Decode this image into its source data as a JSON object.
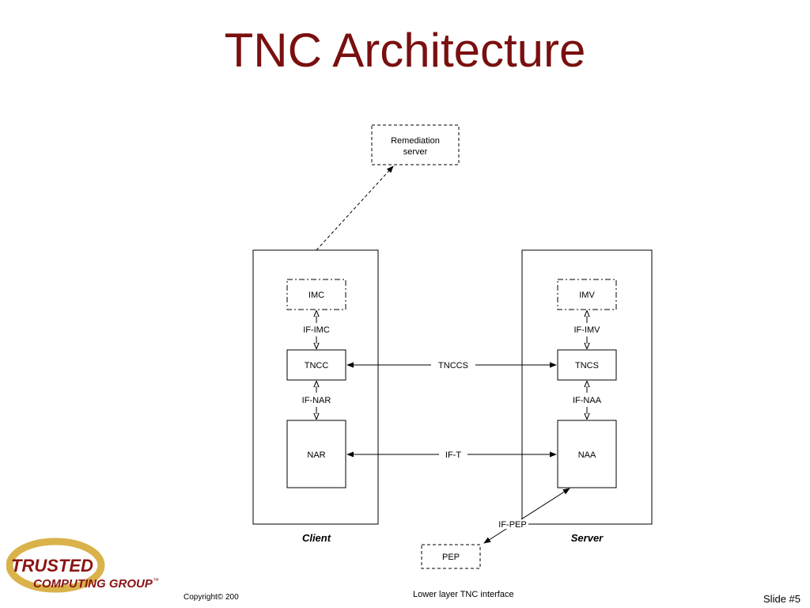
{
  "slide": {
    "title": "TNC Architecture",
    "copyright": "Copyright© 200",
    "footer_caption": "Lower layer TNC interface",
    "slide_number": "Slide #5"
  },
  "logo": {
    "line1": "TRUSTED",
    "line2": "COMPUTING GROUP",
    "trademark": "™"
  },
  "diagram": {
    "remediation_server": {
      "line1": "Remediation",
      "line2": "server"
    },
    "client": {
      "label": "Client",
      "imc": "IMC",
      "if_imc": "IF-IMC",
      "tncc": "TNCC",
      "if_nar": "IF-NAR",
      "nar": "NAR"
    },
    "server": {
      "label": "Server",
      "imv": "IMV",
      "if_imv": "IF-IMV",
      "tncs": "TNCS",
      "if_naa": "IF-NAA",
      "naa": "NAA"
    },
    "tnccs": "TNCCS",
    "if_t": "IF-T",
    "if_pep": "IF-PEP",
    "pep": "PEP"
  },
  "colors": {
    "title": "#7a0f0f",
    "logo_gold": "#d9b24a",
    "logo_red": "#8b1414"
  }
}
